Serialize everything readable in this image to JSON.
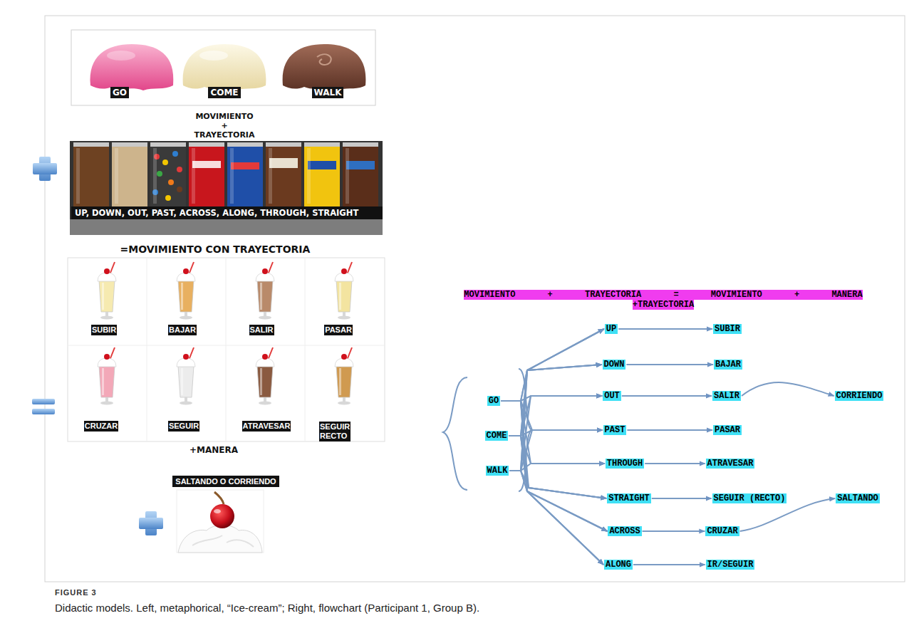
{
  "diagram": {
    "caption": "Didactic models. Left, metaphorical, “Ice-cream”; Right, flowchart (Participant 1, Group B).",
    "nodes": [
      {
        "text": [
          "GO"
        ]
      },
      {
        "text": [
          "COME"
        ]
      },
      {
        "text": [
          "WALK"
        ]
      },
      {
        "text": [
          "UP, DOWN, OUT, PAST, ACROSS, ALONG, THROUGH, STRAIGHT"
        ]
      },
      {
        "text": [
          "SUBIR"
        ]
      },
      {
        "text": [
          "BAJAR"
        ]
      },
      {
        "text": [
          "SALIR"
        ]
      },
      {
        "text": [
          "PASAR"
        ]
      },
      {
        "text": [
          "CRUZAR"
        ]
      },
      {
        "text": [
          "SEGUIR"
        ]
      },
      {
        "text": [
          "ATRAVESAR"
        ]
      },
      {
        "text": [
          "SEGUIR RECTO"
        ]
      },
      {
        "text": [
          "SALTANDO O CORRIENDO"
        ]
      },
      {
        "text": [
          "MOVIMIENTO + TRAYECTORIA = MOVIMIENTO + MANERA +TRAYECTORIA"
        ]
      },
      {
        "text": [
          "GO"
        ]
      },
      {
        "text": [
          "COME"
        ]
      },
      {
        "text": [
          "WALK"
        ]
      },
      {
        "text": [
          "UP"
        ]
      },
      {
        "text": [
          "DOWN"
        ]
      },
      {
        "text": [
          "OUT"
        ]
      },
      {
        "text": [
          "PAST"
        ]
      },
      {
        "text": [
          "THROUGH"
        ]
      },
      {
        "text": [
          "STRAIGHT"
        ]
      },
      {
        "text": [
          "ACROSS"
        ]
      },
      {
        "text": [
          "ALONG"
        ]
      },
      {
        "text": [
          "SUBIR"
        ]
      },
      {
        "text": [
          "BAJAR"
        ]
      },
      {
        "text": [
          "SALIR"
        ]
      },
      {
        "text": [
          "PASAR"
        ]
      },
      {
        "text": [
          "ATRAVESAR"
        ]
      },
      {
        "text": [
          "SEGUIR (RECTO)"
        ]
      },
      {
        "text": [
          "CRUZAR"
        ]
      },
      {
        "text": [
          "IR/SEGUIR"
        ]
      },
      {
        "text": [
          "CORRIENDO"
        ]
      },
      {
        "text": [
          "SALTANDO"
        ]
      }
    ],
    "edges": [
      {
        "from": 14,
        "to": 17,
        "arrow": "to"
      },
      {
        "from": 14,
        "to": 18,
        "arrow": "to"
      },
      {
        "from": 14,
        "to": 19,
        "arrow": "to"
      },
      {
        "from": 14,
        "to": 20,
        "arrow": "to"
      },
      {
        "from": 14,
        "to": 21,
        "arrow": "to"
      },
      {
        "from": 14,
        "to": 22,
        "arrow": "to"
      },
      {
        "from": 14,
        "to": 23,
        "arrow": "to"
      },
      {
        "from": 14,
        "to": 24,
        "arrow": "to"
      },
      {
        "from": 15,
        "to": 17,
        "arrow": "to"
      },
      {
        "from": 15,
        "to": 18,
        "arrow": "to"
      },
      {
        "from": 15,
        "to": 19,
        "arrow": "to"
      },
      {
        "from": 15,
        "to": 20,
        "arrow": "to"
      },
      {
        "from": 15,
        "to": 21,
        "arrow": "to"
      },
      {
        "from": 15,
        "to": 22,
        "arrow": "to"
      },
      {
        "from": 15,
        "to": 23,
        "arrow": "to"
      },
      {
        "from": 15,
        "to": 24,
        "arrow": "to"
      },
      {
        "from": 16,
        "to": 17,
        "arrow": "to"
      },
      {
        "from": 16,
        "to": 18,
        "arrow": "to"
      },
      {
        "from": 16,
        "to": 19,
        "arrow": "to"
      },
      {
        "from": 16,
        "to": 20,
        "arrow": "to"
      },
      {
        "from": 16,
        "to": 21,
        "arrow": "to"
      },
      {
        "from": 16,
        "to": 22,
        "arrow": "to"
      },
      {
        "from": 16,
        "to": 23,
        "arrow": "to"
      },
      {
        "from": 16,
        "to": 24,
        "arrow": "to"
      },
      {
        "from": 17,
        "to": 25,
        "arrow": "to"
      },
      {
        "from": 18,
        "to": 26,
        "arrow": "to"
      },
      {
        "from": 19,
        "to": 27,
        "arrow": "to"
      },
      {
        "from": 20,
        "to": 28,
        "arrow": "to"
      },
      {
        "from": 21,
        "to": 29,
        "arrow": "to"
      },
      {
        "from": 22,
        "to": 30,
        "arrow": "to"
      },
      {
        "from": 23,
        "to": 31,
        "arrow": "to"
      },
      {
        "from": 24,
        "to": 32,
        "arrow": "to"
      },
      {
        "from": 27,
        "to": 33,
        "arrow": "to"
      },
      {
        "from": 31,
        "to": 34,
        "arrow": "to"
      }
    ],
    "labels": [
      "MOVIMIENTO + TRAYECTORIA",
      "=MOVIMIENTO CON TRAYECTORIA",
      "+MANERA",
      "FIGURE 3"
    ]
  }
}
